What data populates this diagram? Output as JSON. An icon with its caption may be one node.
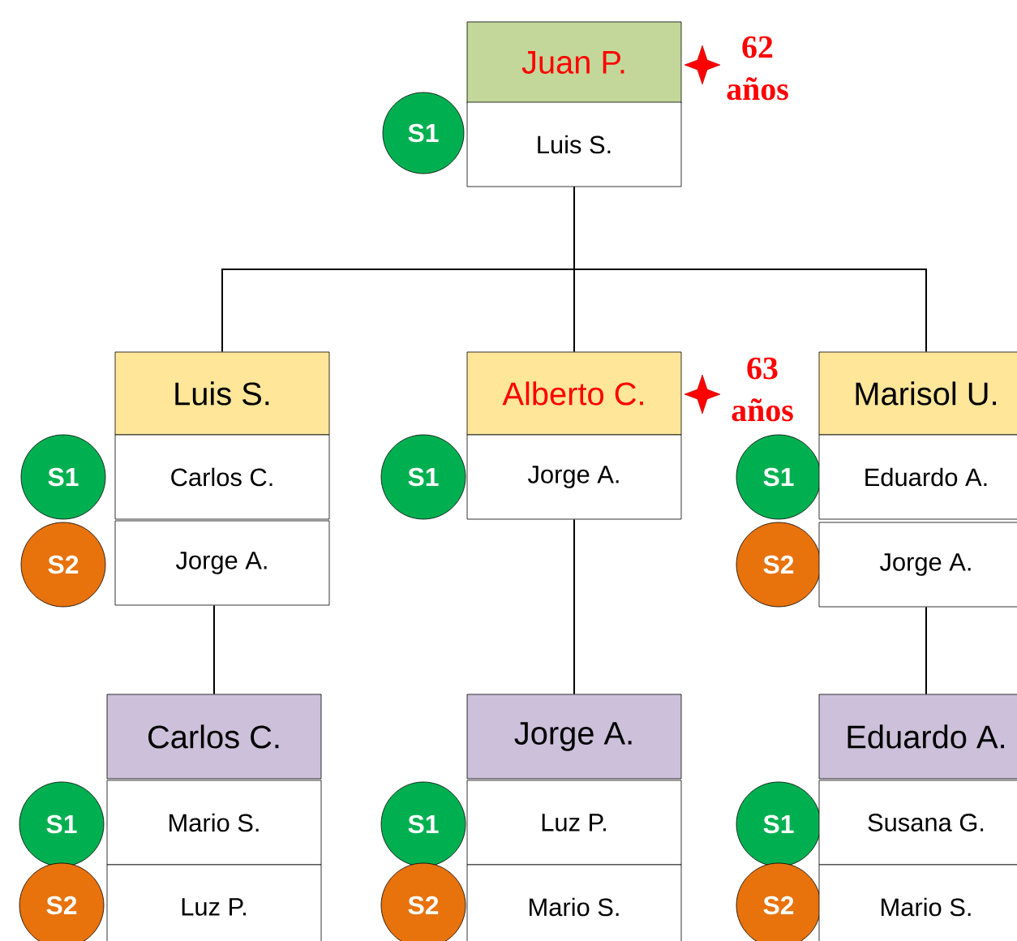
{
  "diagram": {
    "nodes": [
      {
        "text": [
          "Juan P."
        ],
        "beside": [
          "62 años"
        ]
      },
      {
        "text": [
          "S1"
        ]
      },
      {
        "text": [
          "Luis S."
        ]
      },
      {
        "text": [
          "Luis S."
        ]
      },
      {
        "text": [
          "Alberto C."
        ],
        "beside": [
          "63 años"
        ]
      },
      {
        "text": [
          "Marisol U."
        ]
      },
      {
        "text": [
          "S1"
        ]
      },
      {
        "text": [
          "Carlos C."
        ]
      },
      {
        "text": [
          "S1"
        ]
      },
      {
        "text": [
          "Jorge A."
        ]
      },
      {
        "text": [
          "S1"
        ]
      },
      {
        "text": [
          "Eduardo A."
        ]
      },
      {
        "text": [
          "S2"
        ]
      },
      {
        "text": [
          "Jorge A."
        ]
      },
      {
        "text": [
          "S2"
        ]
      },
      {
        "text": [
          "Jorge A."
        ]
      },
      {
        "text": [
          "Carlos C."
        ]
      },
      {
        "text": [
          "Jorge A."
        ]
      },
      {
        "text": [
          "Eduardo A."
        ]
      },
      {
        "text": [
          "S1"
        ]
      },
      {
        "text": [
          "Mario S."
        ]
      },
      {
        "text": [
          "S1"
        ]
      },
      {
        "text": [
          "Luz P."
        ]
      },
      {
        "text": [
          "S1"
        ]
      },
      {
        "text": [
          "Susana G."
        ]
      },
      {
        "text": [
          "S2"
        ]
      },
      {
        "text": [
          "Luz P."
        ]
      },
      {
        "text": [
          "S2"
        ]
      },
      {
        "text": [
          "Mario S."
        ]
      },
      {
        "text": [
          "S2"
        ]
      },
      {
        "text": [
          "Mario S."
        ]
      }
    ],
    "edges": [
      {
        "from": 2,
        "to": 3,
        "arrow": "none"
      },
      {
        "from": 2,
        "to": 4,
        "arrow": "none"
      },
      {
        "from": 2,
        "to": 5,
        "arrow": "none"
      },
      {
        "from": 13,
        "to": 16,
        "arrow": "none"
      },
      {
        "from": 9,
        "to": 17,
        "arrow": "none"
      },
      {
        "from": 15,
        "to": 18,
        "arrow": "none"
      }
    ]
  }
}
